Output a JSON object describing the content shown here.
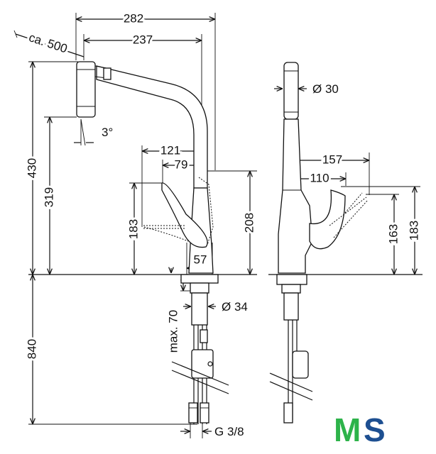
{
  "dims": {
    "d282": "282",
    "d237": "237",
    "ca500": "ca. 500",
    "d430": "430",
    "d319": "319",
    "deg3": "3°",
    "d121": "121",
    "d79": "79",
    "d183_left": "183",
    "d208": "208",
    "d57": "57",
    "d34": "Ø 34",
    "max70": "max. 70",
    "d840": "840",
    "g38": "G 3/8",
    "d30": "Ø 30",
    "d157": "157",
    "d110": "110",
    "d163": "163",
    "d183_right": "183"
  },
  "logo": {
    "m": "M",
    "s": "S",
    "m_color": "#2db34a",
    "s_color": "#1d4f91"
  }
}
